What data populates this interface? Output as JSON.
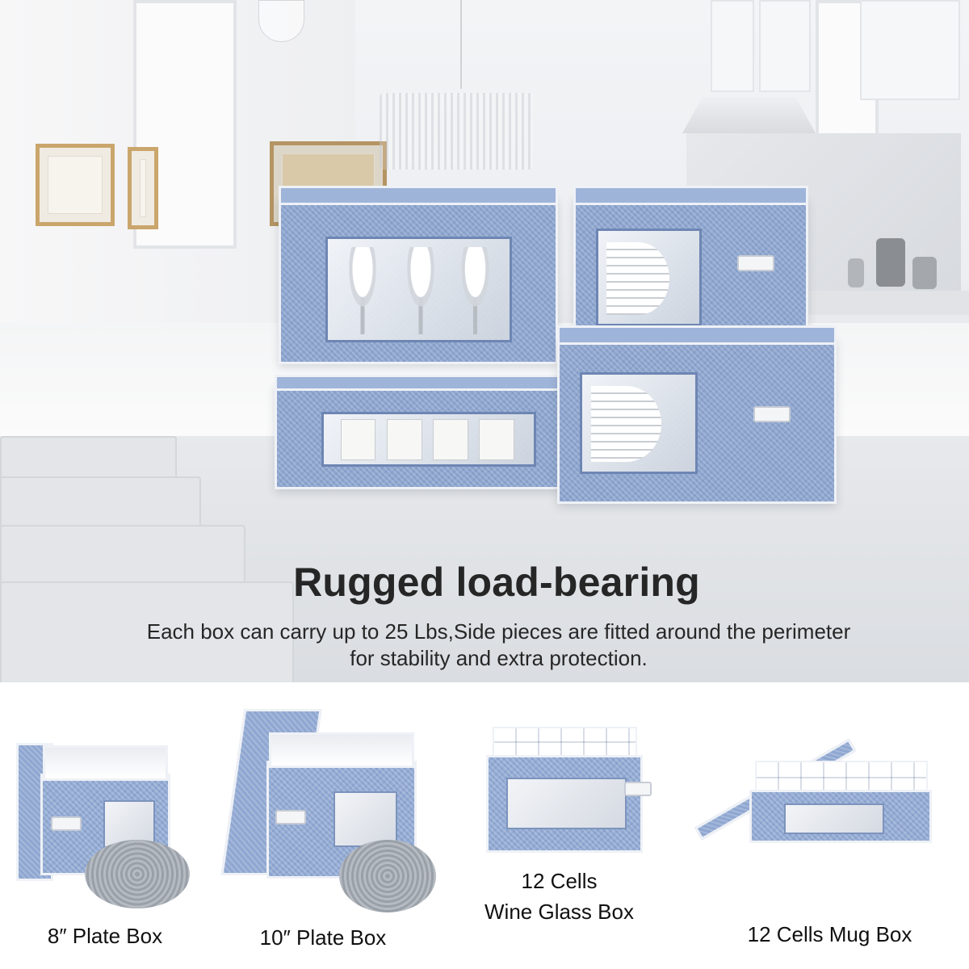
{
  "hero": {
    "title": "Rugged load-bearing",
    "description_line1": "Each box can carry up to 25 Lbs,Side pieces are fitted around the perimeter",
    "description_line2": "for stability and extra protection."
  },
  "products": [
    {
      "caption_line1": "8″ Plate Box",
      "caption_line2": ""
    },
    {
      "caption_line1": "10″ Plate Box",
      "caption_line2": ""
    },
    {
      "caption_line1": "12 Cells",
      "caption_line2": "Wine Glass Box"
    },
    {
      "caption_line1": "12 Cells Mug Box",
      "caption_line2": ""
    }
  ],
  "colors": {
    "box_blue": "#8ea6cf",
    "text": "#262626",
    "background": "#ffffff"
  }
}
